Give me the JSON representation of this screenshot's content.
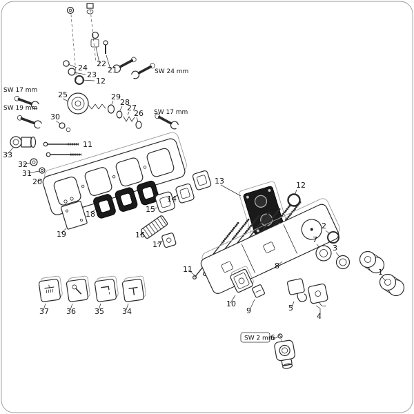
{
  "colors": {
    "ink": "#2a2a2a",
    "paper": "#ffffff",
    "gasket": "#1a1a1a"
  },
  "labels": {
    "n1": "1",
    "n2": "2",
    "n3": "3",
    "n4": "4",
    "n5": "5",
    "n6": "6",
    "n7": "7",
    "n8": "8",
    "n9": "9",
    "n10": "10",
    "n11a": "11",
    "n11b": "11",
    "n12a": "12",
    "n12b": "12",
    "n13": "13",
    "n14": "14",
    "n15": "15",
    "n16": "16",
    "n17": "17",
    "n18": "18",
    "n19": "19",
    "n20": "20",
    "n21": "21",
    "n22": "22",
    "n23": "23",
    "n24": "24",
    "n25": "25",
    "n26": "26",
    "n27": "27",
    "n28": "28",
    "n29": "29",
    "n30": "30",
    "n31": "31",
    "n32": "32",
    "n33": "33",
    "n34": "34",
    "n35": "35",
    "n36": "36",
    "n37": "37"
  },
  "tools": {
    "sw17_left": "SW 17 mm",
    "sw19_left": "SW 19 mm",
    "sw17_right": "SW 17 mm",
    "sw24": "SW 24 mm",
    "sw2": "SW 2 mm"
  }
}
